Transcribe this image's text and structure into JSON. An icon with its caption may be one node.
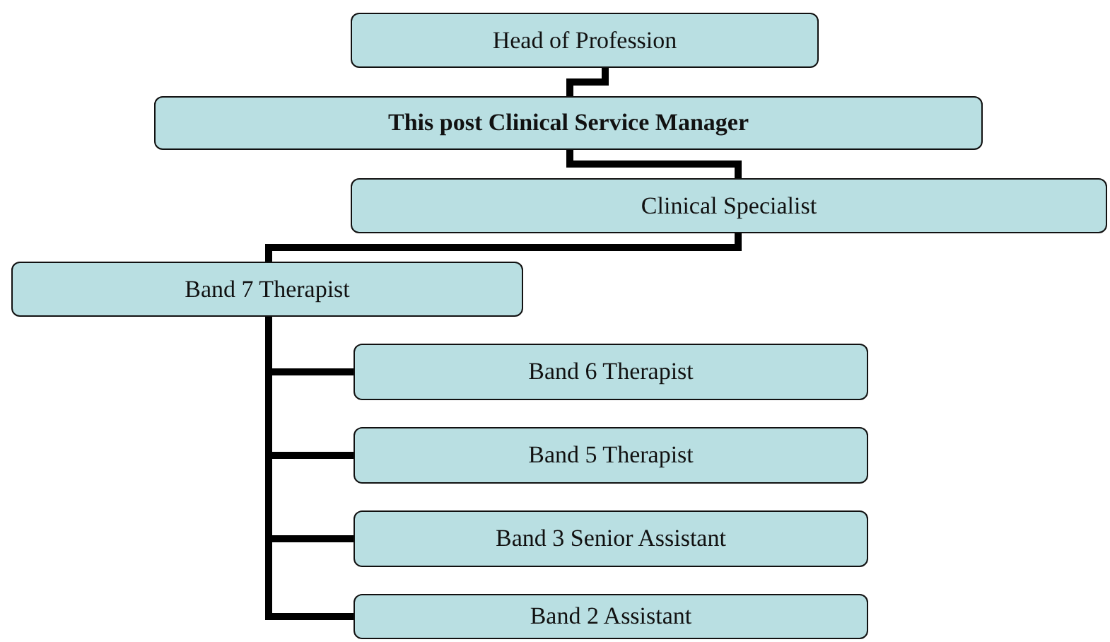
{
  "diagram": {
    "nodes": [
      {
        "text": [
          "Head of Profession"
        ]
      },
      {
        "text": [
          "**This post Clinical Service Manager**"
        ]
      },
      {
        "text": [
          "Clinical Specialist"
        ]
      },
      {
        "text": [
          "Band 7 Therapist"
        ]
      },
      {
        "text": [
          "Band 6 Therapist"
        ]
      },
      {
        "text": [
          "Band 5 Therapist"
        ]
      },
      {
        "text": [
          "Band 3 Senior Assistant"
        ]
      },
      {
        "text": [
          "Band 2 Assistant"
        ]
      }
    ],
    "edges": [
      {
        "from": 0,
        "to": 1,
        "arrow": "none"
      },
      {
        "from": 1,
        "to": 2,
        "arrow": "none"
      },
      {
        "from": 2,
        "to": 3,
        "arrow": "none"
      },
      {
        "from": 3,
        "to": 4,
        "arrow": "none"
      },
      {
        "from": 3,
        "to": 5,
        "arrow": "none"
      },
      {
        "from": 3,
        "to": 6,
        "arrow": "none"
      },
      {
        "from": 3,
        "to": 7,
        "arrow": "none"
      }
    ]
  }
}
